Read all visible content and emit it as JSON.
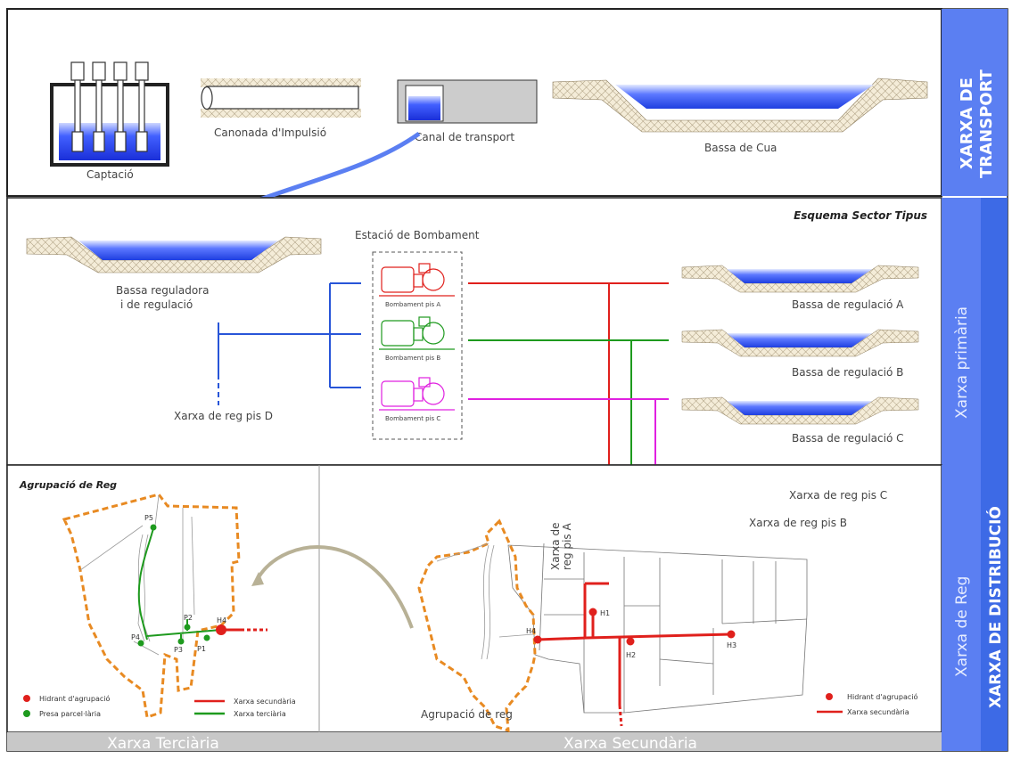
{
  "transport": {
    "captacio": "Captació",
    "canonada": "Canonada d'Impulsió",
    "canal": "Canal de transport",
    "bassa_cua": "Bassa de Cua",
    "side_label_line1": "XARXA DE",
    "side_label_line2": "TRANSPORT"
  },
  "primary": {
    "esquema_title": "Esquema Sector Tipus",
    "bassa_reguladora_line1": "Bassa reguladora",
    "bassa_reguladora_line2": "i de regulació",
    "estacio": "Estació de Bombament",
    "bombament_a": "Bombament pis A",
    "bombament_b": "Bombament pis B",
    "bombament_c": "Bombament pis C",
    "bassa_a": "Bassa de regulació A",
    "bassa_b": "Bassa de regulació B",
    "bassa_c": "Bassa de regulació C",
    "xarxa_d": "Xarxa de reg pis D",
    "side_label": "Xarxa primària"
  },
  "reg": {
    "agrupacio_title": "Agrupació de Reg",
    "xarxa_pis_a_line1": "Xarxa de",
    "xarxa_pis_a_line2": "reg pis A",
    "xarxa_pis_b": "Xarxa de reg pis B",
    "xarxa_pis_c": "Xarxa de reg pis C",
    "agrupacio_de_reg": "Agrupació de reg",
    "side_label": "Xarxa de Reg",
    "points_left": [
      "P5",
      "P4",
      "P3",
      "P2",
      "P1",
      "H4"
    ],
    "points_right": [
      "H1",
      "H2",
      "H3",
      "H4"
    ]
  },
  "legend_left": {
    "hidrant": "Hidrant d'agrupació",
    "presa": "Presa parcel·lària",
    "secundaria": "Xarxa secundària",
    "terciaria": "Xarxa terciària"
  },
  "legend_right": {
    "hidrant": "Hidrant d'agrupació",
    "secundaria": "Xarxa secundària"
  },
  "bottom": {
    "terciaria": "Xarxa Terciària",
    "secundaria": "Xarxa Secundària"
  },
  "distribucio_label": "XARXA DE DISTRIBUCIÓ",
  "colors": {
    "water": "#1f3fe0",
    "side_blue": "#5b7ff2",
    "side_dark_blue": "#3d6ae6",
    "red": "#e0201c",
    "green": "#1e9a1e",
    "magenta": "#e020e0",
    "blue_line": "#2855d8",
    "orange": "#e88a22"
  }
}
